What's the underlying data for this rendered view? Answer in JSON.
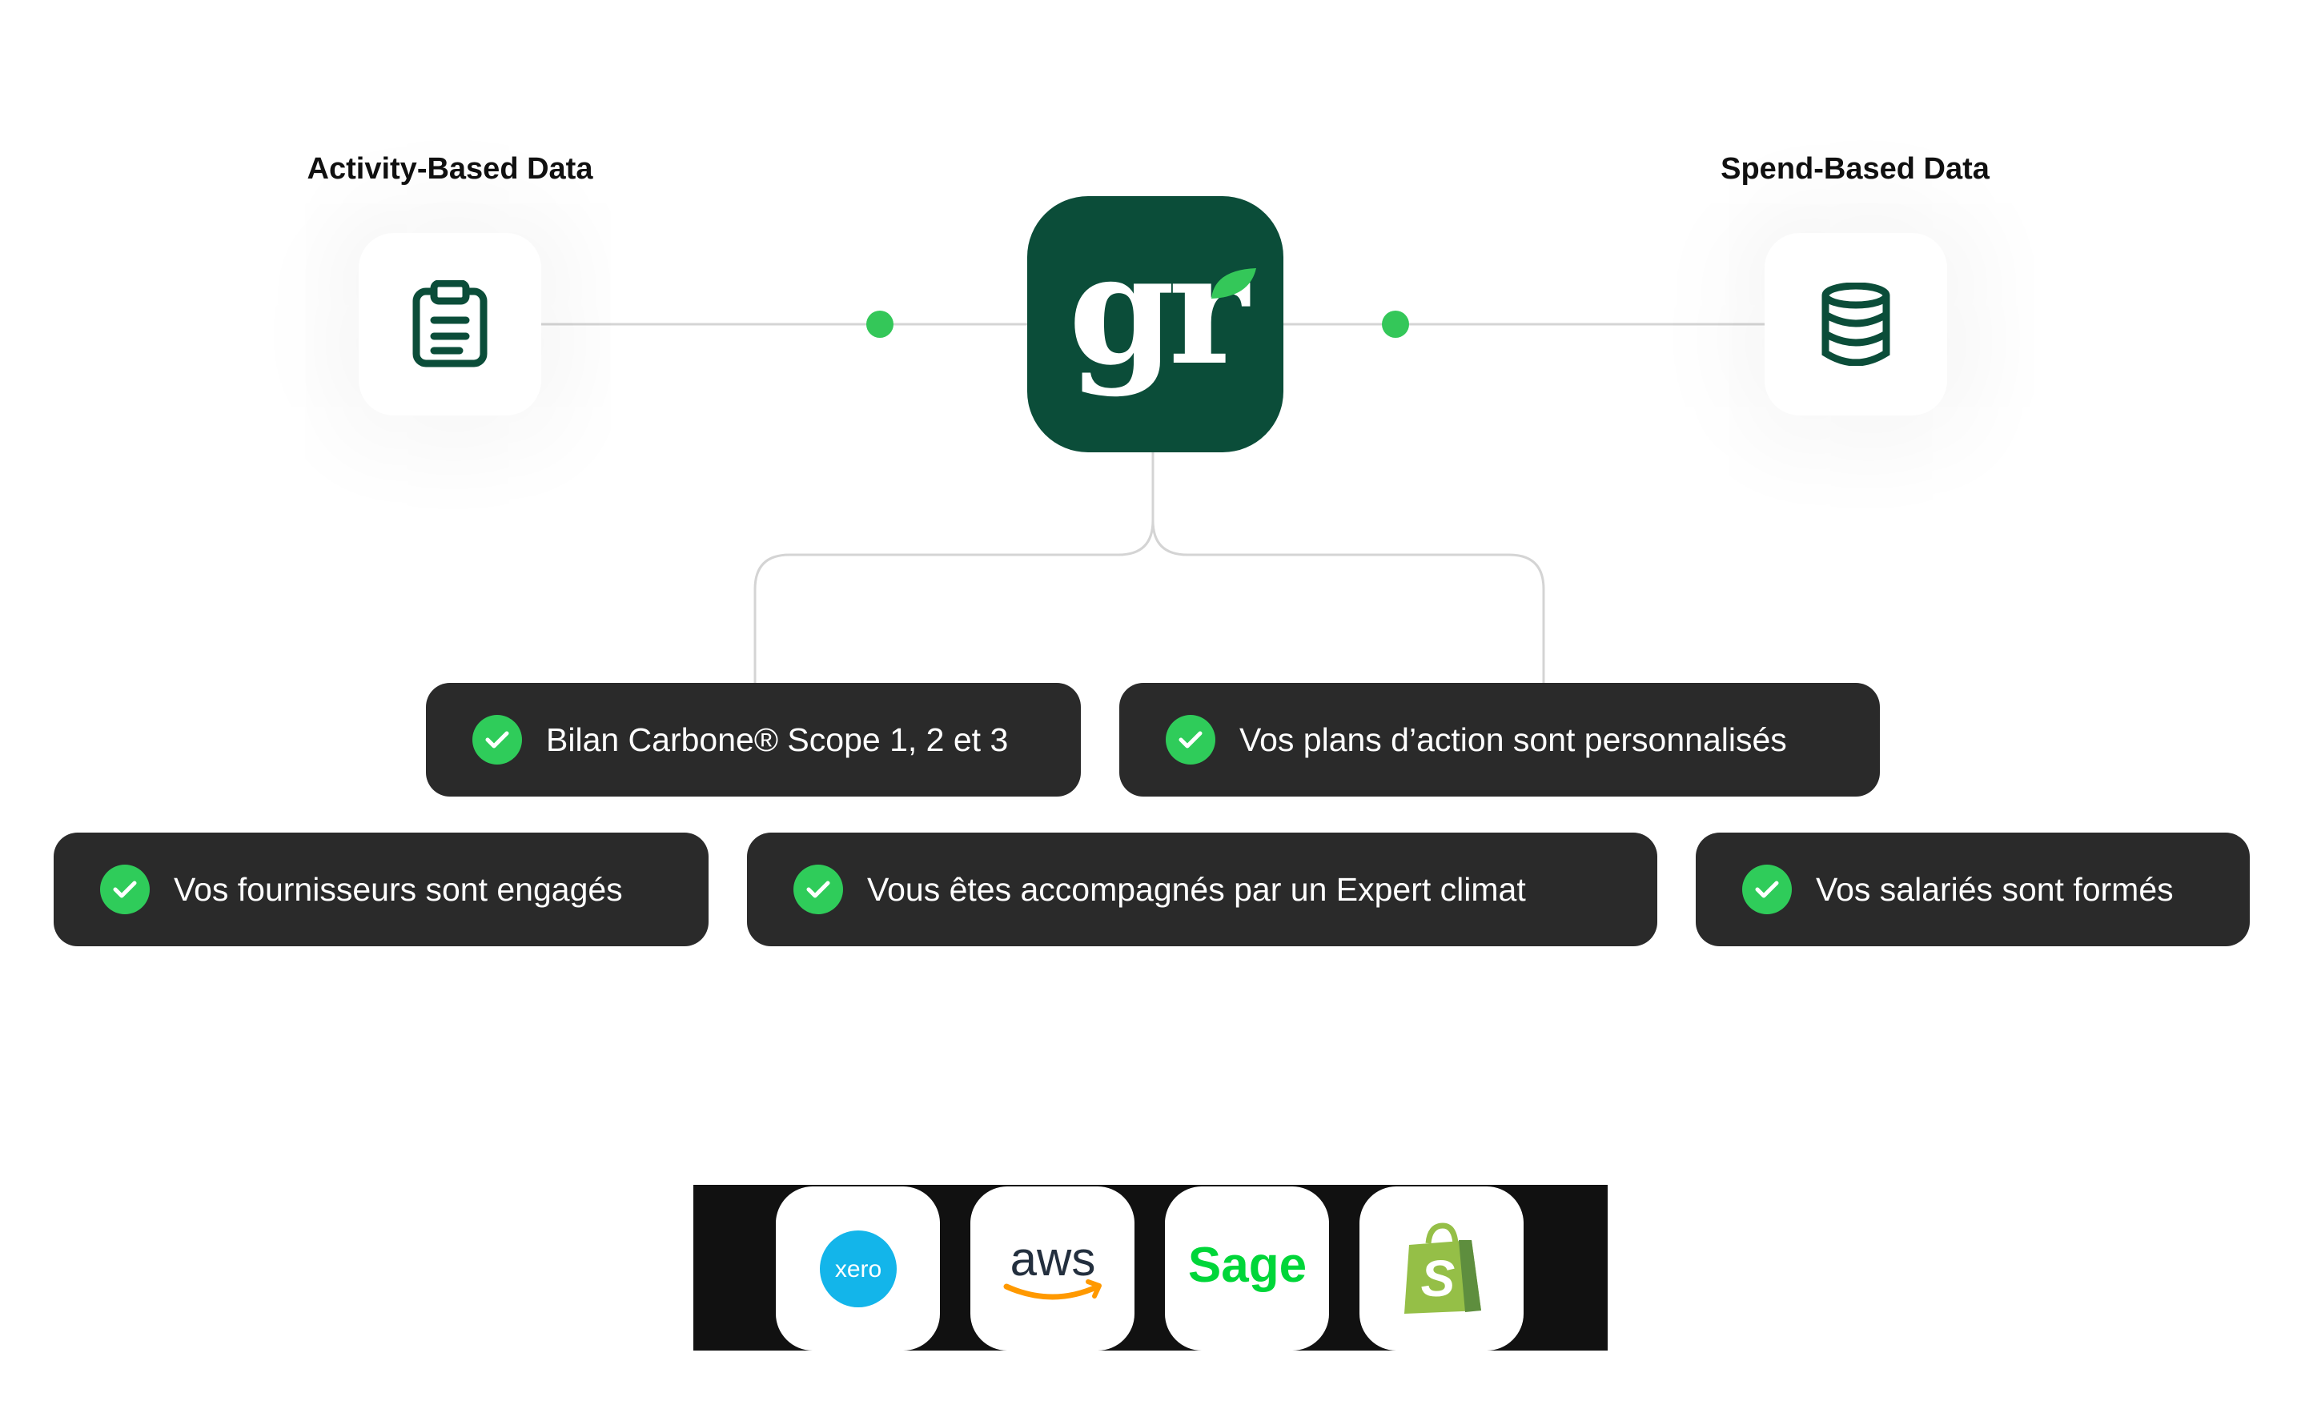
{
  "sources": {
    "activity_label": "Activity-Based Data",
    "spend_label": "Spend-Based Data",
    "activity_icon": "clipboard-icon",
    "spend_icon": "database-icon"
  },
  "hub": {
    "logo_text": "gr",
    "logo_icon": "leaf-icon",
    "color": "#0b4d39",
    "leaf_color": "#34c759"
  },
  "features": [
    "Bilan Carbone® Scope 1, 2 et 3",
    "Vos plans d’action sont personnalisés",
    "Vos fournisseurs sont engagés",
    "Vous êtes accompagnés par un Expert climat",
    "Vos salariés sont formés"
  ],
  "integrations": {
    "xero": "xero",
    "aws": "aws",
    "sage": "Sage",
    "shopify_icon": "shopify-bag-icon"
  },
  "colors": {
    "accent": "#34c759",
    "pill_bg": "#2a2a2a",
    "xero_blue": "#13b5ea",
    "aws_orange": "#ff9900",
    "aws_navy": "#232f3e",
    "sage_green": "#00d639",
    "shopify_green": "#95bf47"
  }
}
